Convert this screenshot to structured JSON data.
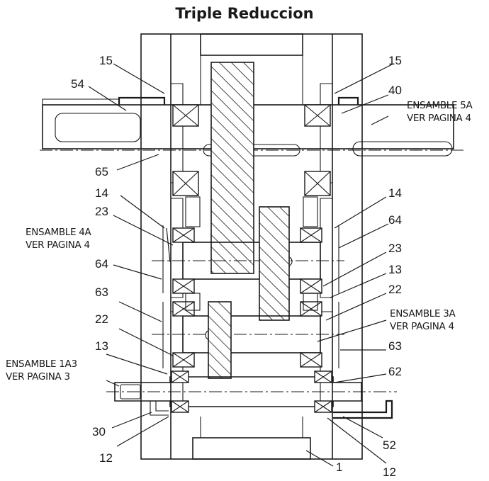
{
  "title": "Triple Reduccion",
  "callouts": {
    "c15_left": "15",
    "c15_right": "15",
    "c54": "54",
    "c40": "40",
    "c65": "65",
    "c14_left": "14",
    "c14_right": "14",
    "c23_left": "23",
    "c23_right": "23",
    "c64_left": "64",
    "c64_right": "64",
    "c13_left": "13",
    "c13_right": "13",
    "c63_left": "63",
    "c63_right": "63",
    "c22_left": "22",
    "c22_right": "22",
    "c62": "62",
    "c30": "30",
    "c52": "52",
    "c12_left": "12",
    "c12_right": "12",
    "c1": "1"
  },
  "notes": {
    "ens5a_l1": "ENSAMBLE 5A",
    "ens5a_l2": "VER PAGINA 4",
    "ens4a_l1": "ENSAMBLE 4A",
    "ens4a_l2": "VER PAGINA 4",
    "ens3a_l1": "ENSAMBLE 3A",
    "ens3a_l2": "VER PAGINA 4",
    "ens1a3_l1": "ENSAMBLE 1A3",
    "ens1a3_l2": "VER PAGINA 3"
  },
  "colors": {
    "ink": "#1a1a1a",
    "paper": "#ffffff"
  }
}
